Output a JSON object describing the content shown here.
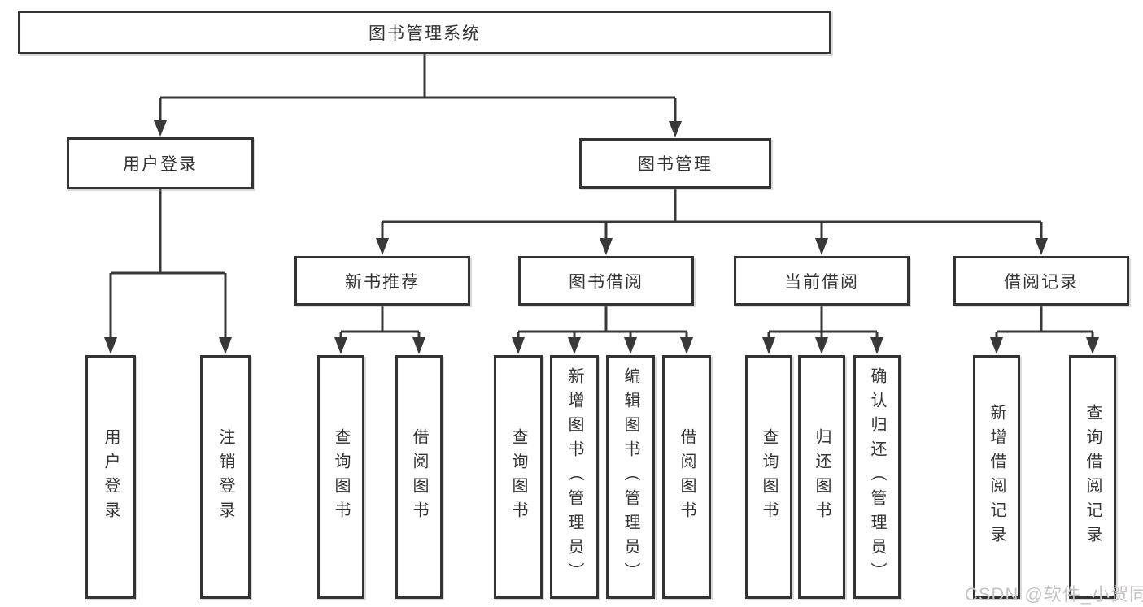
{
  "diagram": {
    "title": "图书管理系统",
    "tree": {
      "root": {
        "label": "图书管理系统"
      },
      "branches": [
        {
          "label": "用户登录",
          "children": [
            {
              "label": "用户登录"
            },
            {
              "label": "注销登录"
            }
          ]
        },
        {
          "label": "图书管理",
          "children": [
            {
              "label": "新书推荐",
              "children": [
                {
                  "label": "查询图书"
                },
                {
                  "label": "借阅图书"
                }
              ]
            },
            {
              "label": "图书借阅",
              "children": [
                {
                  "label": "查询图书"
                },
                {
                  "label": "新增图书（管理员）"
                },
                {
                  "label": "编辑图书（管理员）"
                },
                {
                  "label": "借阅图书"
                }
              ]
            },
            {
              "label": "当前借阅",
              "children": [
                {
                  "label": "查询图书"
                },
                {
                  "label": "归还图书"
                },
                {
                  "label": "确认归还（管理员）"
                }
              ]
            },
            {
              "label": "借阅记录",
              "children": [
                {
                  "label": "新增借阅记录"
                },
                {
                  "label": "查询借阅记录"
                }
              ]
            }
          ]
        }
      ]
    },
    "colors": {
      "box_border": "#333333",
      "connector": "#383838",
      "text": "#333333",
      "watermark": "#c6c3c3",
      "background": "#ffffff"
    },
    "watermark": "CSDN @软件_小贺同学"
  }
}
